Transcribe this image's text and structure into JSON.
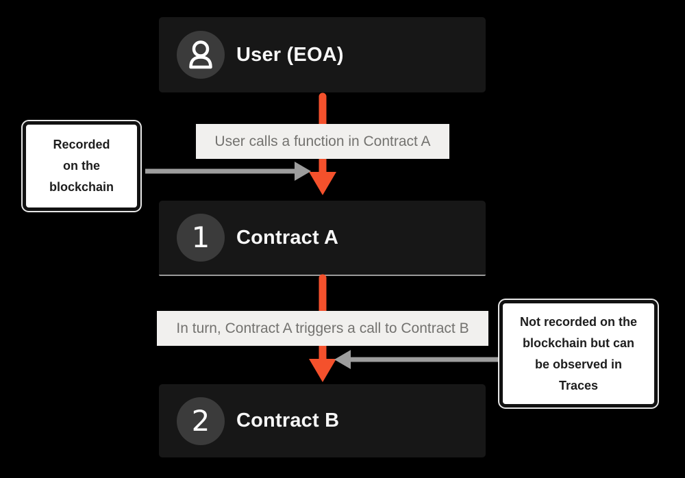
{
  "colors": {
    "background": "#000000",
    "node_bg": "#171717",
    "badge_bg": "#3b3b3b",
    "accent_arrow": "#f4512c",
    "gray_arrow": "#9d9d9d",
    "label_bg": "#f1f0ee",
    "label_text": "#73726f",
    "note_bg": "#ffffff",
    "note_text": "#1d1d1d"
  },
  "nodes": {
    "user": {
      "title": "User (EOA)",
      "icon": "user-icon"
    },
    "contract_a": {
      "number": "1",
      "title": "Contract A"
    },
    "contract_b": {
      "number": "2",
      "title": "Contract B"
    }
  },
  "flow_labels": {
    "step1": "User calls a function in Contract A",
    "step2": "In turn, Contract A triggers a call to Contract B"
  },
  "notes": {
    "left": {
      "lines": [
        "Recorded",
        "on the",
        "blockchain"
      ]
    },
    "right": {
      "lines": [
        "Not recorded on the",
        "blockchain but can",
        "be observed in",
        "Traces"
      ]
    }
  }
}
